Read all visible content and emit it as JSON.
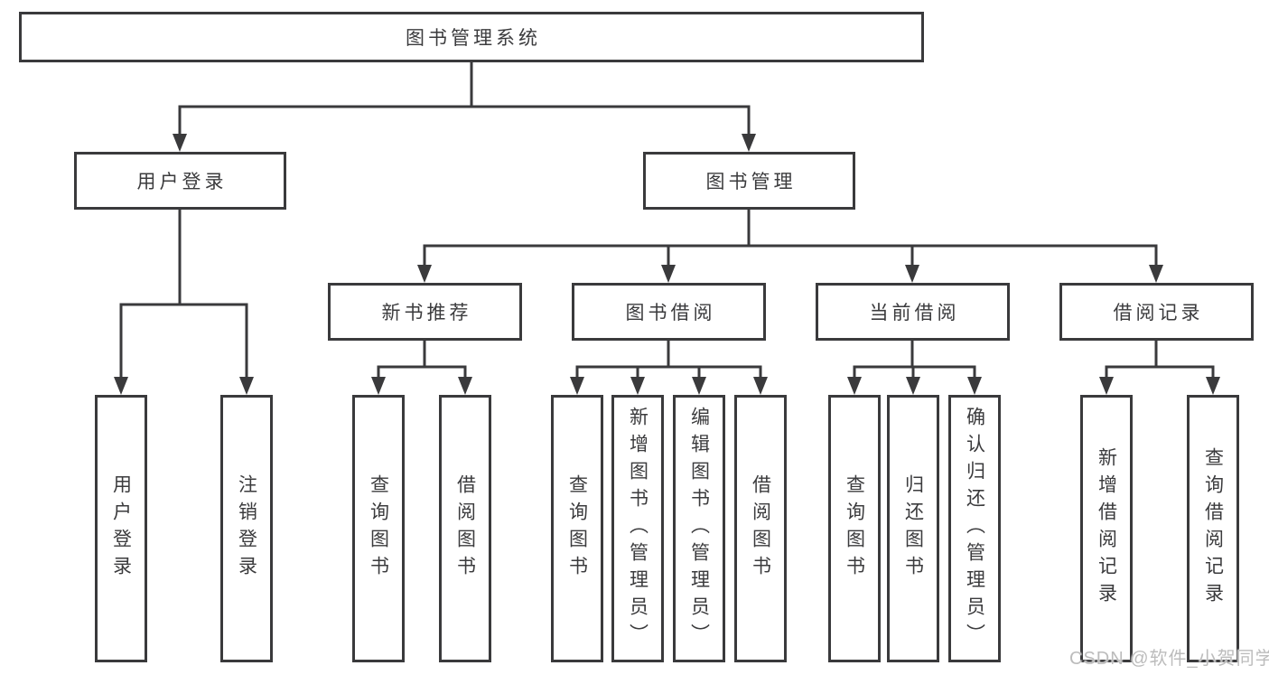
{
  "diagram_type": "hierarchy-tree",
  "tree": {
    "label": "图书管理系统",
    "children": [
      {
        "label": "用户登录",
        "children": [
          {
            "label": "用户登录"
          },
          {
            "label": "注销登录"
          }
        ]
      },
      {
        "label": "图书管理",
        "children": [
          {
            "label": "新书推荐",
            "children": [
              {
                "label": "查询图书"
              },
              {
                "label": "借阅图书"
              }
            ]
          },
          {
            "label": "图书借阅",
            "children": [
              {
                "label": "查询图书"
              },
              {
                "label": "新增图书（管理员）"
              },
              {
                "label": "编辑图书（管理员）"
              },
              {
                "label": "借阅图书"
              }
            ]
          },
          {
            "label": "当前借阅",
            "children": [
              {
                "label": "查询图书"
              },
              {
                "label": "归还图书"
              },
              {
                "label": "确认归还（管理员）"
              }
            ]
          },
          {
            "label": "借阅记录",
            "children": [
              {
                "label": "新增借阅记录"
              },
              {
                "label": "查询借阅记录"
              }
            ]
          }
        ]
      }
    ]
  },
  "watermark": "CSDN @软件_小贺同学",
  "colors": {
    "line": "#3a3a3c",
    "text": "#3b3b3d",
    "box_background": "#ffffff",
    "watermark": "#bcbcbc",
    "page_background": "#ffffff"
  }
}
